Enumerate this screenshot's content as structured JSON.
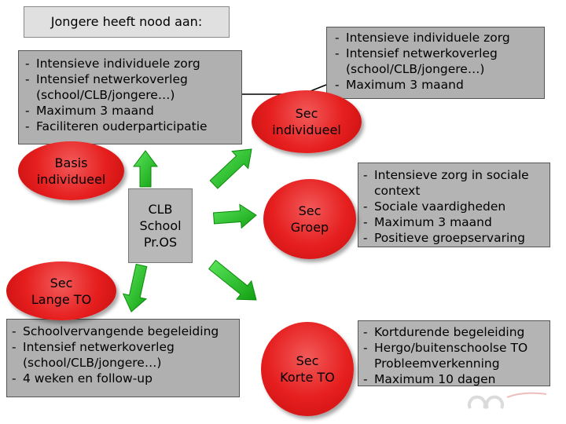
{
  "title": "Jongere heeft nood aan:",
  "boxes": {
    "basis_needs": [
      {
        "text": "Intensieve individuele zorg",
        "cont": false
      },
      {
        "text": "Intensief netwerkoverleg",
        "cont": false
      },
      {
        "text": "(school/CLB/jongere…)",
        "cont": true
      },
      {
        "text": "Maximum 3 maand",
        "cont": false
      },
      {
        "text": "Faciliteren ouderparticipatie",
        "cont": false
      }
    ],
    "sec_individueel_needs": [
      {
        "text": "Intensieve individuele zorg",
        "cont": false
      },
      {
        "text": "Intensief netwerkoverleg",
        "cont": false
      },
      {
        "text": "(school/CLB/jongere…)",
        "cont": true
      },
      {
        "text": "Maximum 3 maand",
        "cont": false
      }
    ],
    "sec_groep_needs": [
      {
        "text": "Intensieve zorg in sociale",
        "cont": false
      },
      {
        "text": "context",
        "cont": true
      },
      {
        "text": "Sociale vaardigheden",
        "cont": false
      },
      {
        "text": "Maximum 3 maand",
        "cont": false
      },
      {
        "text": "Positieve groepservaring",
        "cont": false
      }
    ],
    "sec_lange_needs": [
      {
        "text": "Schoolvervangende begeleiding",
        "cont": false
      },
      {
        "text": "Intensief netwerkoverleg",
        "cont": false
      },
      {
        "text": "(school/CLB/jongere…)",
        "cont": true
      },
      {
        "text": "4 weken en follow-up",
        "cont": false
      }
    ],
    "sec_korte_needs": [
      {
        "text": "Kortdurende begeleiding",
        "cont": false
      },
      {
        "text": "Hergo/buitenschoolse TO",
        "cont": false
      },
      {
        "text": "Probleemverkenning",
        "cont": true
      },
      {
        "text": "Maximum 10 dagen",
        "cont": false
      }
    ]
  },
  "center": {
    "lines": [
      "CLB",
      "School",
      "Pr.OS"
    ]
  },
  "nodes": {
    "basis": [
      "Basis",
      "individueel"
    ],
    "sec_individueel": [
      "Sec",
      "individueel"
    ],
    "sec_groep": [
      "Sec",
      "Groep"
    ],
    "sec_lange": [
      "Sec",
      "Lange TO"
    ],
    "sec_korte": [
      "Sec",
      "Korte TO"
    ]
  },
  "colors": {
    "node_red": "#e61e1e",
    "arrow_green": "#22c322",
    "box_grey": "#b0b0b0",
    "title_grey": "#e0e0e0"
  }
}
